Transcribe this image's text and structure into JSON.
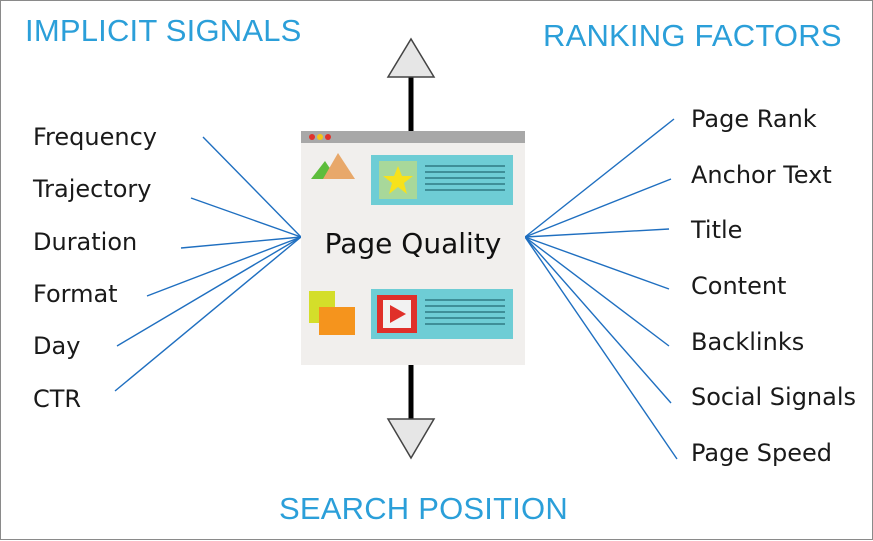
{
  "headings": {
    "implicit_signals": "IMPLICIT SIGNALS",
    "ranking_factors": "RANKING FACTORS",
    "search_position": "SEARCH POSITION"
  },
  "center": {
    "label": "Page Quality"
  },
  "implicit_signals": [
    "Frequency",
    "Trajectory",
    "Duration",
    "Format",
    "Day",
    "CTR"
  ],
  "ranking_factors": [
    "Page Rank",
    "Anchor Text",
    "Title",
    "Content",
    "Backlinks",
    "Social Signals",
    "Page Speed"
  ],
  "colors": {
    "heading": "#2b9fd9",
    "connector": "#1f6fc0",
    "panel": "#6ecdd5",
    "page_bg": "#f1efed"
  },
  "icons": [
    "up-arrow-icon",
    "down-arrow-icon",
    "mountain-image-icon",
    "star-icon",
    "folder-icon",
    "play-video-icon"
  ]
}
